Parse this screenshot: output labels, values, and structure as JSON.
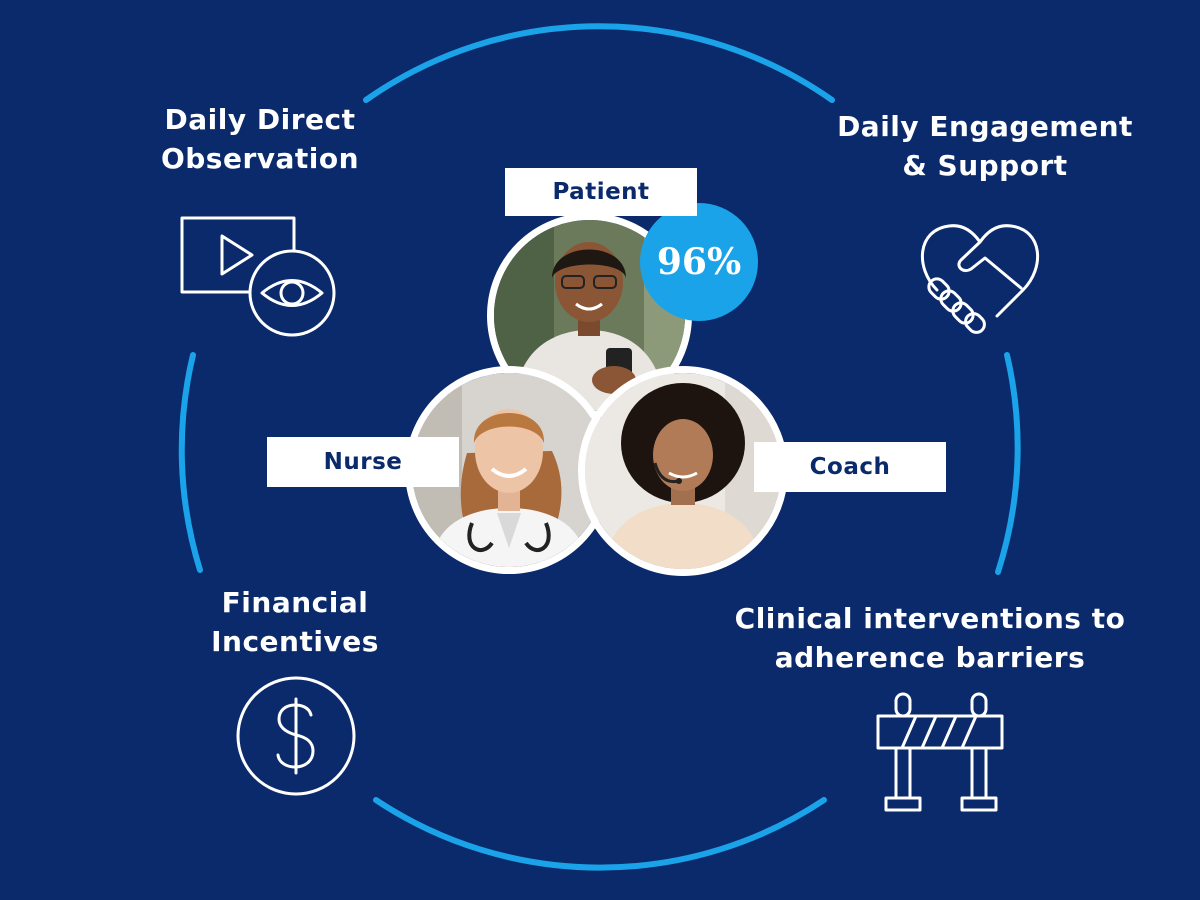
{
  "features": {
    "observation": {
      "line1": "Daily Direct",
      "line2": "Observation",
      "icon": "video-eye-icon"
    },
    "engagement": {
      "line1": "Daily Engagement",
      "line2": "& Support",
      "icon": "heart-handshake-icon"
    },
    "incentives": {
      "line1": "Financial",
      "line2": "Incentives",
      "icon": "dollar-icon"
    },
    "clinical": {
      "line1": "Clinical interventions to",
      "line2": "adherence barriers",
      "icon": "barrier-icon"
    }
  },
  "roles": {
    "patient": "Patient",
    "nurse": "Nurse",
    "coach": "Coach"
  },
  "badge": {
    "value": "96%"
  },
  "colors": {
    "background": "#0b2a6b",
    "ring": "#1aa3e8",
    "badge": "#1aa3e8",
    "label_text": "#0b2a6b"
  }
}
